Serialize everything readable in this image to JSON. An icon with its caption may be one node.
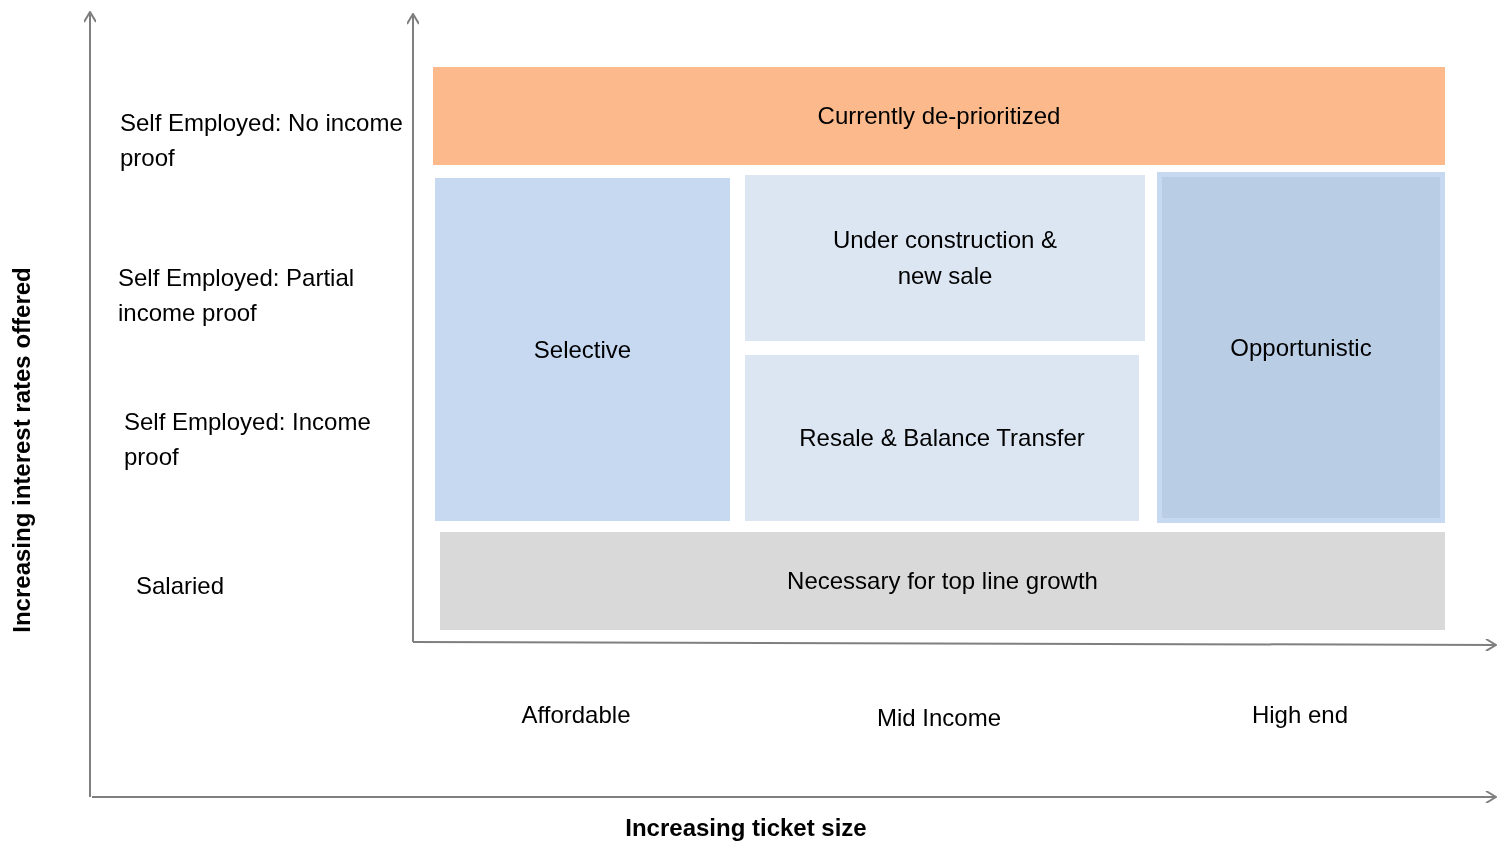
{
  "diagram": {
    "nodes": [
      {
        "text": [
          "Currently de-prioritized"
        ]
      },
      {
        "text": [
          "Selective"
        ]
      },
      {
        "text": [
          "Under construction & new sale"
        ]
      },
      {
        "text": [
          "Resale & Balance Transfer"
        ]
      },
      {
        "text": [
          "Opportunistic"
        ]
      },
      {
        "text": [
          "Necessary for top line growth"
        ]
      }
    ],
    "edges": [],
    "labels": [
      "Self Employed: No income proof",
      "Self Employed: Partial income proof",
      "Self Employed: Income proof",
      "Salaried",
      "Affordable",
      "Mid Income",
      "High end",
      "Increasing ticket size",
      "Increasing interest rates offered"
    ]
  }
}
